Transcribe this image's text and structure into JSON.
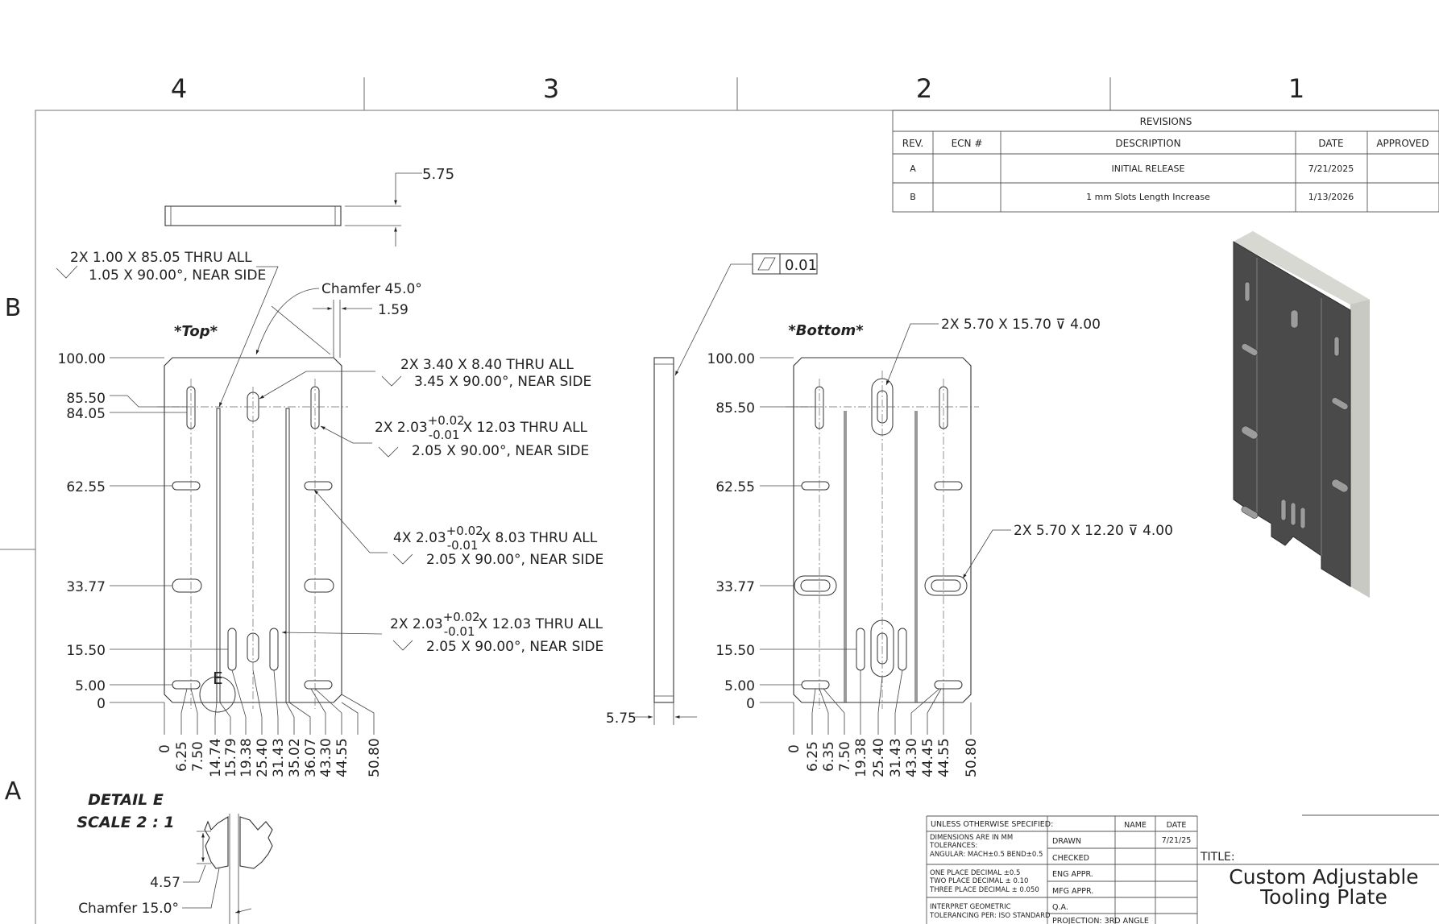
{
  "zones": {
    "cols": [
      "4",
      "3",
      "2",
      "1"
    ],
    "rows": [
      "B",
      "A"
    ]
  },
  "revisions": {
    "title": "REVISIONS",
    "headers": [
      "REV.",
      "ECN #",
      "DESCRIPTION",
      "DATE",
      "APPROVED"
    ],
    "rows": [
      {
        "rev": "A",
        "ecn": "",
        "description": "INITIAL RELEASE",
        "date": "7/21/2025",
        "approved": ""
      },
      {
        "rev": "B",
        "ecn": "",
        "description": "1 mm Slots Length Increase",
        "date": "1/13/2026",
        "approved": ""
      }
    ]
  },
  "views": {
    "top_label": "*Top*",
    "bottom_label": "*Bottom*"
  },
  "top_view": {
    "thickness": "5.75",
    "note1_line1": "2X 1.00 X 85.05 THRU ALL",
    "note1_line2": "1.05 X 90.00°, NEAR SIDE",
    "chamfer": "Chamfer 45.0°",
    "chamfer_len": "1.59",
    "note2_line1": "2X 3.40 X 8.40 THRU ALL",
    "note2_line2": "3.45 X 90.00°, NEAR SIDE",
    "note3_pre": "2X 2.03",
    "note3_tol_up": "+0.02",
    "note3_tol_dn": "-0.01",
    "note3_post": "X 12.03 THRU ALL",
    "note3_line2": "2.05 X 90.00°, NEAR SIDE",
    "note4_pre": "4X 2.03",
    "note4_tol_up": "+0.02",
    "note4_tol_dn": "-0.01",
    "note4_post": "X 8.03 THRU ALL",
    "note4_line2": "2.05 X 90.00°, NEAR SIDE",
    "note5_pre": "2X 2.03",
    "note5_tol_up": "+0.02",
    "note5_tol_dn": "-0.01",
    "note5_post": "X 12.03 THRU ALL",
    "note5_line2": "2.05 X 90.00°, NEAR SIDE",
    "detail_tag": "E",
    "y_dims": [
      "100.00",
      "85.50",
      "84.05",
      "62.55",
      "33.77",
      "15.50",
      "5.00",
      "0"
    ],
    "x_dims": [
      "0",
      "6.25",
      "7.50",
      "14.74",
      "15.79",
      "19.38",
      "25.40",
      "31.43",
      "35.02",
      "36.07",
      "43.30",
      "44.55",
      "50.80"
    ]
  },
  "side_view": {
    "flatness": "0.01",
    "thickness": "5.75"
  },
  "bottom_view": {
    "note1": "2X 5.70 X 15.70 ⊽ 4.00",
    "note2": "2X 5.70 X 12.20 ⊽ 4.00",
    "y_dims": [
      "100.00",
      "85.50",
      "62.55",
      "33.77",
      "15.50",
      "5.00",
      "0"
    ],
    "x_dims": [
      "0",
      "6.25",
      "6.35",
      "7.50",
      "19.38",
      "25.40",
      "31.43",
      "43.30",
      "44.45",
      "44.55",
      "50.80"
    ]
  },
  "detail": {
    "title": "DETAIL E",
    "scale": "SCALE 2 : 1",
    "dim": "4.57",
    "chamfer": "Chamfer 15.0°"
  },
  "title_block": {
    "unless": "UNLESS OTHERWISE SPECIFIED:",
    "name_h": "NAME",
    "date_h": "DATE",
    "dims_line1": "DIMENSIONS ARE IN MM",
    "dims_line2": "TOLERANCES:",
    "dims_line3": "ANGULAR: MACH±0.5 BEND±0.5",
    "tol1": "ONE PLACE DECIMAL    ±0.5",
    "tol2": "TWO PLACE DECIMAL    ± 0.10",
    "tol3": "THREE PLACE DECIMAL  ± 0.050",
    "interp1": "INTERPRET GEOMETRIC",
    "interp2": "TOLERANCING PER:  ISO STANDARD",
    "drawn": "DRAWN",
    "drawn_date": "7/21/25",
    "checked": "CHECKED",
    "eng": "ENG APPR.",
    "mfg": "MFG APPR.",
    "qa": "Q.A.",
    "projection": "PROJECTION: 3RD ANGLE",
    "title_label": "TITLE:",
    "title_line1": "Custom Adjustable",
    "title_line2": "Tooling Plate"
  }
}
